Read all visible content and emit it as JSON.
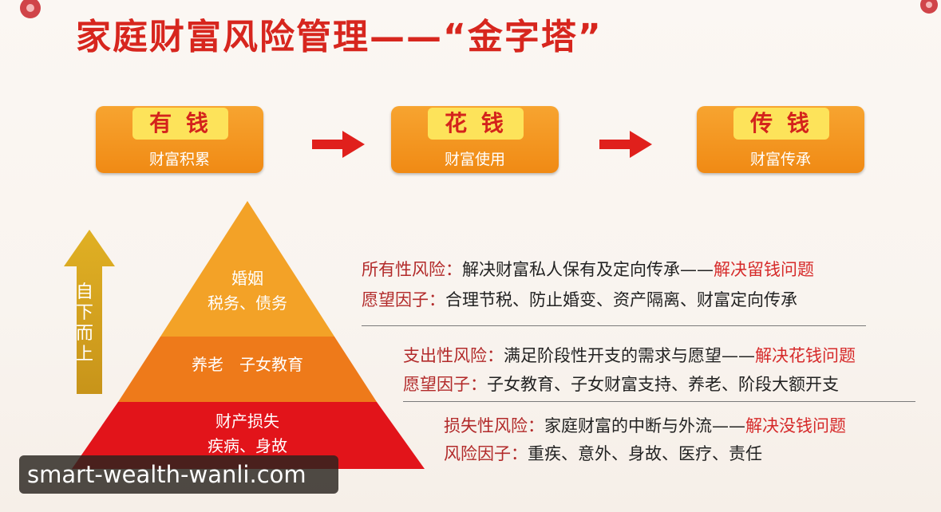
{
  "title": "家庭财富风险管理——“金字塔”",
  "stages": [
    {
      "label": "有 钱",
      "sub": "财富积累"
    },
    {
      "label": "花 钱",
      "sub": "财富使用"
    },
    {
      "label": "传 钱",
      "sub": "财富传承"
    }
  ],
  "direction": "自下而上",
  "pyramid": {
    "top": {
      "line1": "婚姻",
      "line2": "税务、债务"
    },
    "middle": {
      "line1": "养老　子女教育"
    },
    "bottom": {
      "line1": "财产损失",
      "line2": "疾病、身故"
    }
  },
  "risks": [
    {
      "name": "所有性风险：",
      "desc": "解决财富私人保有及定向传承——",
      "solution": "解决留钱问题",
      "factor_label": "愿望因子：",
      "factors": "合理节税、防止婚变、资产隔离、财富定向传承"
    },
    {
      "name": "支出性风险：",
      "desc": "满足阶段性开支的需求与愿望——",
      "solution": "解决花钱问题",
      "factor_label": "愿望因子：",
      "factors": "子女教育、子女财富支持、养老、阶段大额开支"
    },
    {
      "name": "损失性风险：",
      "desc": "家庭财富的中断与外流——",
      "solution": "解决没钱问题",
      "factor_label": "风险因子：",
      "factors": "重疾、意外、身故、医疗、责任"
    }
  ],
  "watermark": "smart-wealth-wanli.com",
  "colors": {
    "title": "#d7261e",
    "stage": "#f08a14",
    "label_bg": "#fde35a",
    "tier_top": "#f3a227",
    "tier_mid": "#ee7a1a",
    "tier_bottom": "#e2141a"
  }
}
